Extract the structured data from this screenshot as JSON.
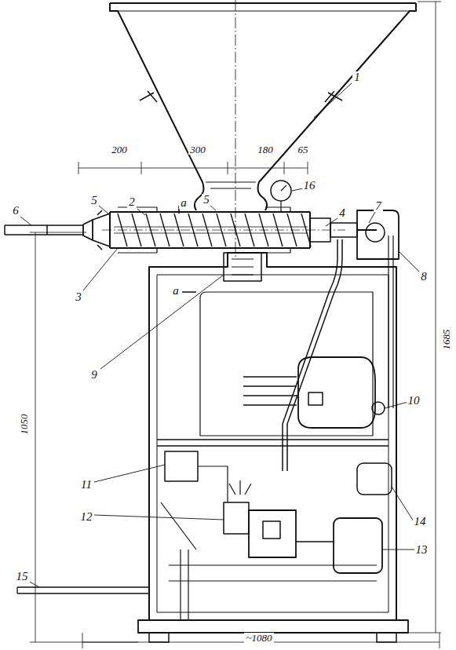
{
  "diagram": {
    "labels": [
      "1",
      "200",
      "300",
      "180",
      "65",
      "16",
      "6",
      "5",
      "2",
      "a",
      "5",
      "4",
      "7",
      "3",
      "a",
      "8",
      "9",
      "1685",
      "10",
      "1050",
      "11",
      "12",
      "14",
      "13",
      "15",
      "~1080"
    ]
  }
}
